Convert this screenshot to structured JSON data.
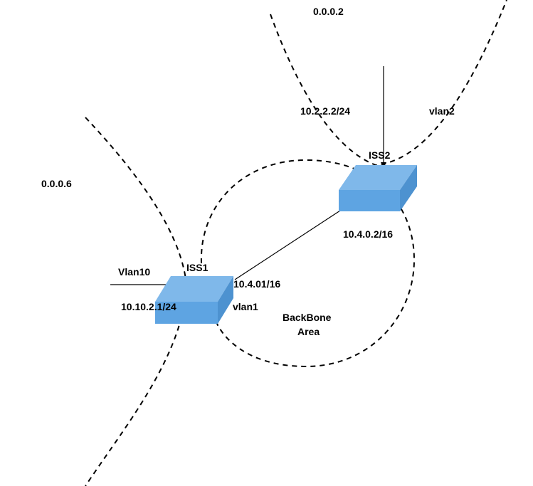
{
  "colors": {
    "switch_top": "#7fb8ea",
    "switch_front": "#5ea4e2",
    "switch_side": "#4d92d0",
    "lines": "#000000"
  },
  "areas": {
    "area_top": "0.0.0.2",
    "area_left": "0.0.0.6",
    "backbone_line1": "BackBone",
    "backbone_line2": "Area"
  },
  "iss1": {
    "name": "ISS1",
    "icon": "network-switch-icon",
    "vlan_ext": "Vlan10",
    "ip_ext": "10.10.2.1/24",
    "ip_link": "10.4.01/16",
    "vlan_link": "vlan1"
  },
  "iss2": {
    "name": "ISS2",
    "icon": "network-switch-icon",
    "ip_ext": "10.2.2.2/24",
    "vlan_ext": "vlan2",
    "ip_link": "10.4.0.2/16"
  }
}
